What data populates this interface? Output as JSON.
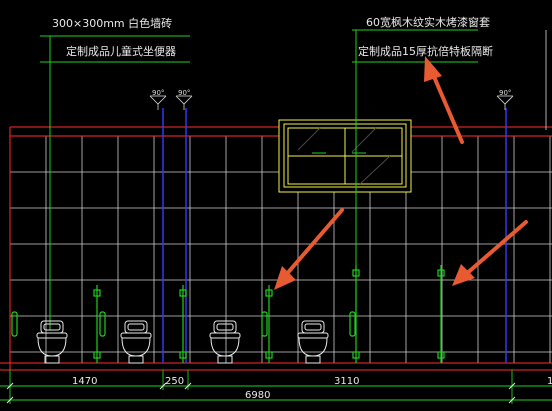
{
  "annotations": {
    "tile": "300×300mm 白色墙砖",
    "toilet": "定制成品儿童式坐便器",
    "window_trim": "60宽枫木纹实木烤漆窗套",
    "partition": "定制成品15厚抗倍特板隔断"
  },
  "elevation_marks": [
    "90°",
    "90°",
    "90°"
  ],
  "dimensions": {
    "segments": [
      "1470",
      "250",
      "3110",
      "1"
    ],
    "total": "6980"
  },
  "colors": {
    "background": "#000000",
    "grid": "#d9d9d9",
    "leader": "#1fd21f",
    "wall_outline": "#ff2b2b",
    "pipe": "#3a3aff",
    "window": "#f2f24a",
    "arrow": "#e85a32"
  }
}
